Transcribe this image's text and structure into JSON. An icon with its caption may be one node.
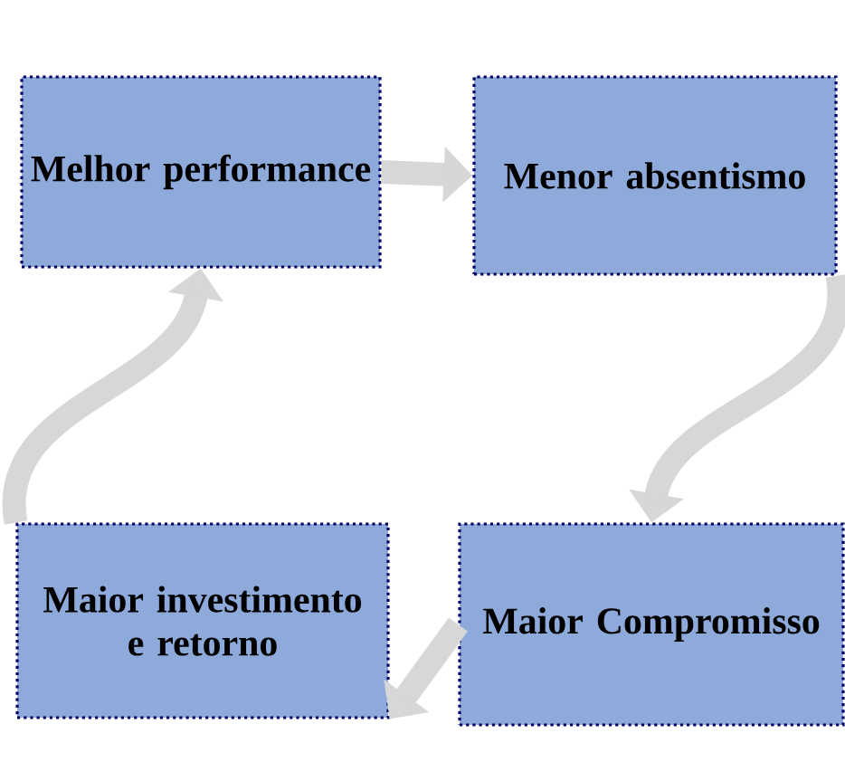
{
  "diagram": {
    "nodes": [
      {
        "text": [
          "Melhor performance"
        ]
      },
      {
        "text": [
          "Menor absentismo"
        ]
      },
      {
        "text": [
          "Maior Compromisso"
        ]
      },
      {
        "text": [
          "Maior investimento e retorno"
        ]
      }
    ],
    "edges": [
      {
        "from": 0,
        "to": 1,
        "arrow": "to"
      },
      {
        "from": 1,
        "to": 2,
        "arrow": "to"
      },
      {
        "from": 2,
        "to": 3,
        "arrow": "to"
      },
      {
        "from": 3,
        "to": 0,
        "arrow": "to"
      }
    ]
  }
}
